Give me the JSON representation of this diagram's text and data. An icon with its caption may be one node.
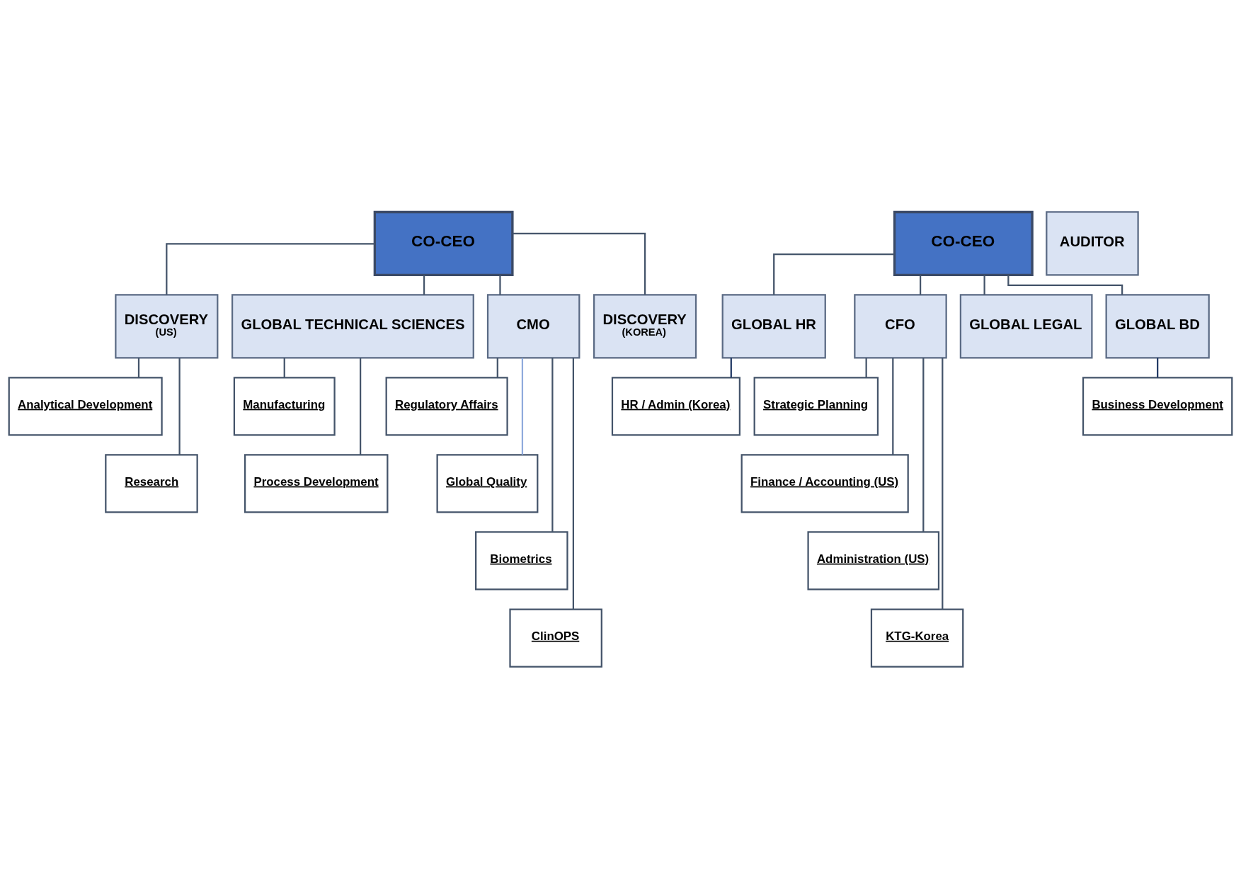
{
  "diagram": {
    "nodes": [
      {
        "text": [
          "CO-CEO"
        ]
      },
      {
        "text": [
          "CO-CEO"
        ]
      },
      {
        "text": [
          "AUDITOR"
        ]
      },
      {
        "text": [
          "DISCOVERY",
          "(US)"
        ]
      },
      {
        "text": [
          "GLOBAL TECHNICAL SCIENCES"
        ]
      },
      {
        "text": [
          "CMO"
        ]
      },
      {
        "text": [
          "DISCOVERY",
          "(KOREA)"
        ]
      },
      {
        "text": [
          "GLOBAL HR"
        ]
      },
      {
        "text": [
          "CFO"
        ]
      },
      {
        "text": [
          "GLOBAL LEGAL"
        ]
      },
      {
        "text": [
          "GLOBAL BD"
        ]
      },
      {
        "text": [
          "Analytical Development"
        ]
      },
      {
        "text": [
          "Research"
        ]
      },
      {
        "text": [
          "Manufacturing"
        ]
      },
      {
        "text": [
          "Process Development"
        ]
      },
      {
        "text": [
          "Regulatory Affairs"
        ]
      },
      {
        "text": [
          "Global Quality"
        ]
      },
      {
        "text": [
          "Biometrics"
        ]
      },
      {
        "text": [
          "ClinOPS"
        ]
      },
      {
        "text": [
          "HR / Admin (Korea)"
        ]
      },
      {
        "text": [
          "Strategic Planning"
        ]
      },
      {
        "text": [
          "Finance / Accounting (US)"
        ]
      },
      {
        "text": [
          "Administration (US)"
        ]
      },
      {
        "text": [
          "KTG-Korea"
        ]
      },
      {
        "text": [
          "Business Development"
        ]
      }
    ],
    "edges": [
      {
        "from": 0,
        "to": 3,
        "arrow": "none"
      },
      {
        "from": 0,
        "to": 4,
        "arrow": "none"
      },
      {
        "from": 0,
        "to": 5,
        "arrow": "none"
      },
      {
        "from": 0,
        "to": 6,
        "arrow": "none"
      },
      {
        "from": 1,
        "to": 7,
        "arrow": "none"
      },
      {
        "from": 1,
        "to": 8,
        "arrow": "none"
      },
      {
        "from": 1,
        "to": 9,
        "arrow": "none"
      },
      {
        "from": 1,
        "to": 10,
        "arrow": "none"
      },
      {
        "from": 3,
        "to": 11,
        "arrow": "none"
      },
      {
        "from": 3,
        "to": 12,
        "arrow": "none"
      },
      {
        "from": 4,
        "to": 13,
        "arrow": "none"
      },
      {
        "from": 4,
        "to": 14,
        "arrow": "none"
      },
      {
        "from": 5,
        "to": 15,
        "arrow": "none"
      },
      {
        "from": 5,
        "to": 16,
        "arrow": "none",
        "color": "#8faadc"
      },
      {
        "from": 5,
        "to": 17,
        "arrow": "none"
      },
      {
        "from": 5,
        "to": 18,
        "arrow": "none"
      },
      {
        "from": 7,
        "to": 19,
        "arrow": "none",
        "color": "#203864"
      },
      {
        "from": 8,
        "to": 20,
        "arrow": "none"
      },
      {
        "from": 8,
        "to": 21,
        "arrow": "none"
      },
      {
        "from": 8,
        "to": 22,
        "arrow": "none"
      },
      {
        "from": 8,
        "to": 23,
        "arrow": "none"
      },
      {
        "from": 10,
        "to": 24,
        "arrow": "none",
        "color": "#203864"
      }
    ]
  }
}
